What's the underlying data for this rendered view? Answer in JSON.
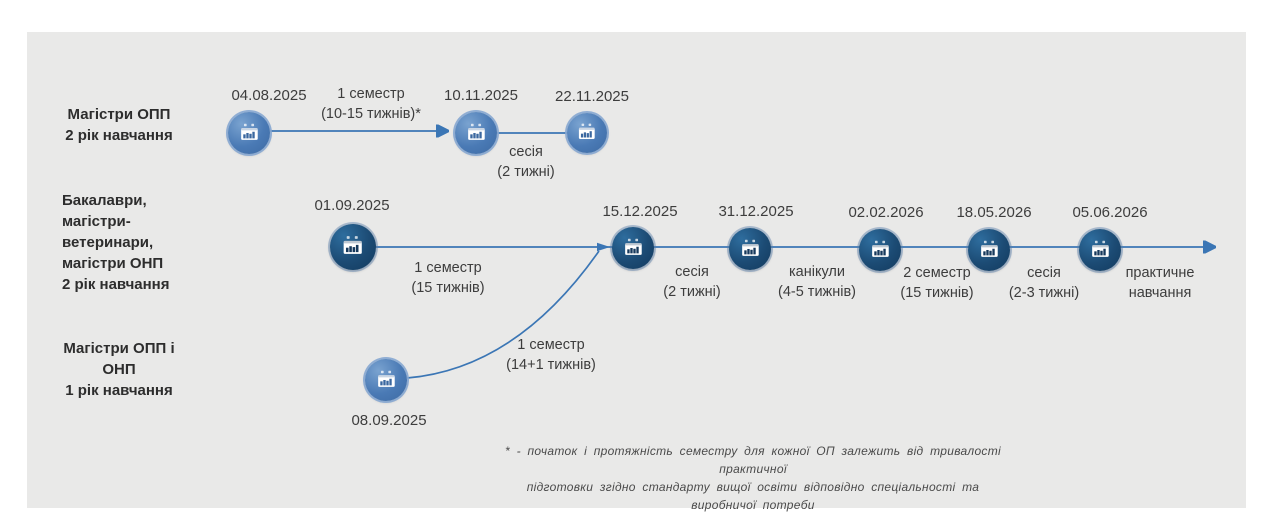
{
  "page": {
    "background": "#ffffff",
    "panel_background": "#e9e9e8"
  },
  "colors": {
    "connector_blue": "#3b76b5",
    "node_light_blue": "#4a7ab5",
    "node_dark_navy": "#1c4b74",
    "text_dark": "#3d3d3d"
  },
  "rows": [
    {
      "id": "masters-opp-year2",
      "label": "Магістри ОПП\n2 рік навчання",
      "nodes": [
        {
          "date": "04.08.2025"
        },
        {
          "date": "10.11.2025"
        },
        {
          "date": "22.11.2025"
        }
      ],
      "segments": [
        {
          "title": "1 семестр",
          "detail": "(10-15 тижнів)*"
        },
        {
          "title": "сесія",
          "detail": "(2 тижні)"
        }
      ]
    },
    {
      "id": "bachelors-masters-year2",
      "label": "Бакалаври,\nмагістри-\nветеринари,\nмагістри ОНП\n2 рік навчання",
      "nodes": [
        {
          "date": "01.09.2025"
        },
        {
          "date": "15.12.2025"
        },
        {
          "date": "31.12.2025"
        },
        {
          "date": "02.02.2026"
        },
        {
          "date": "18.05.2026"
        },
        {
          "date": "05.06.2026"
        }
      ],
      "segments": [
        {
          "title": "1 семестр",
          "detail": "(15 тижнів)"
        },
        {
          "title": "сесія",
          "detail": "(2 тижні)"
        },
        {
          "title": "канікули",
          "detail": "(4-5 тижнів)"
        },
        {
          "title": "2 семестр",
          "detail": "(15 тижнів)"
        },
        {
          "title": "сесія",
          "detail": "(2-3 тижні)"
        },
        {
          "title": "практичне",
          "detail": "навчання"
        }
      ]
    },
    {
      "id": "masters-opp-onp-year1",
      "label": "Магістри ОПП і\nОНП\n1 рік навчання",
      "nodes": [
        {
          "date": "08.09.2025"
        }
      ],
      "segments": [
        {
          "title": "1 семестр",
          "detail": "(14+1 тижнів)"
        }
      ]
    }
  ],
  "footnote": "* - початок і протяжність семестру для кожної ОП залежить від тривалості практичної\nпідготовки згідно стандарту вищої освіти відповідно спеціальності та виробничої потреби"
}
